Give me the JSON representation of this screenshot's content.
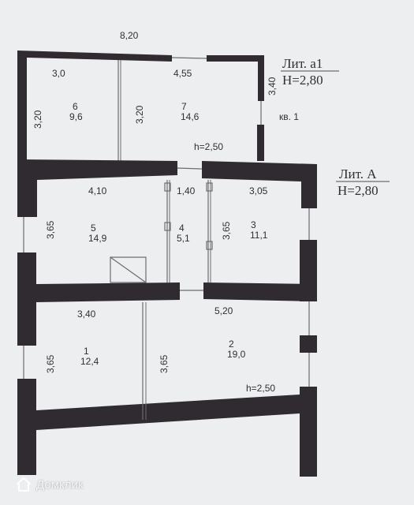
{
  "annex": {
    "lit": "Лит. а1",
    "height": "H=2,80",
    "apt": "кв. 1",
    "room_height": "h=2,50"
  },
  "main": {
    "lit": "Лит. А",
    "height": "H=2,80",
    "room_height": "h=2,50"
  },
  "dims": {
    "top_total": "8,20",
    "annex_right": "3,40",
    "r6_w": "3,0",
    "r6_h": "3,20",
    "r7_w": "4,55",
    "r7_h": "3,20",
    "r5_w": "4,10",
    "r5_h": "3,65",
    "r4_w": "1,40",
    "r3_w": "3,05",
    "r3_h": "3,65",
    "r1_w": "3,40",
    "r1_h": "3,65",
    "r2_w": "5,20",
    "r2_h": "3,65"
  },
  "rooms": [
    {
      "num": "6",
      "area": "9,6"
    },
    {
      "num": "7",
      "area": "14,6"
    },
    {
      "num": "5",
      "area": "14,9"
    },
    {
      "num": "4",
      "area": "5,1"
    },
    {
      "num": "3",
      "area": "11,1"
    },
    {
      "num": "1",
      "area": "12,4"
    },
    {
      "num": "2",
      "area": "19,0"
    }
  ],
  "watermark": {
    "text": "Домклик",
    "icon": "domclick-logo-icon"
  },
  "colors": {
    "wall": "#2f2b30",
    "paper": "#eceeef"
  }
}
